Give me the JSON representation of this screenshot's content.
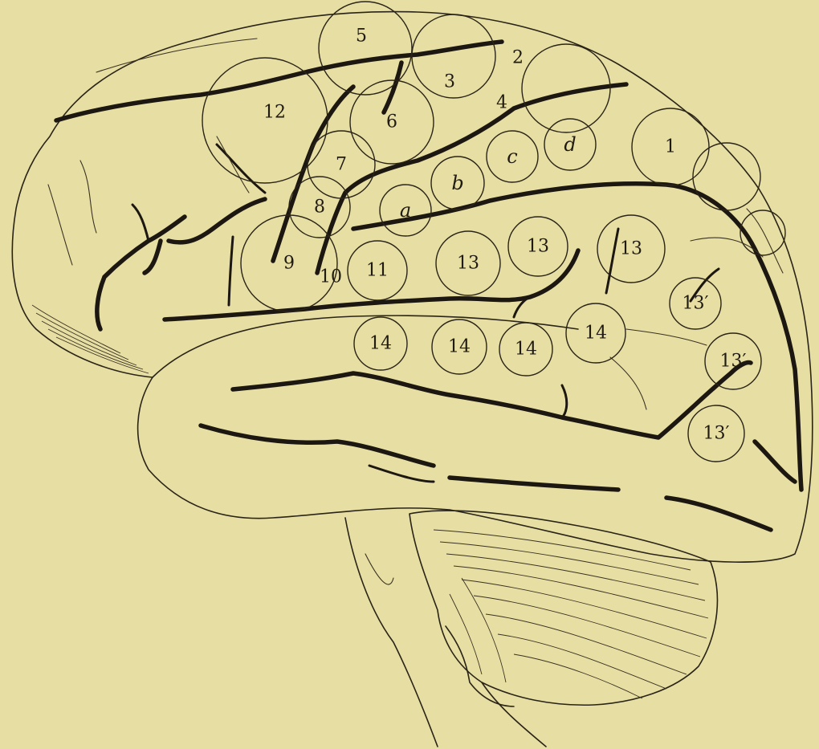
{
  "diagram": {
    "areas": [
      {
        "id": "area-1",
        "label": "1",
        "italic": false
      },
      {
        "id": "area-2",
        "label": "2",
        "italic": false
      },
      {
        "id": "area-3",
        "label": "3",
        "italic": false
      },
      {
        "id": "area-4",
        "label": "4",
        "italic": false
      },
      {
        "id": "area-5",
        "label": "5",
        "italic": false
      },
      {
        "id": "area-6",
        "label": "6",
        "italic": false
      },
      {
        "id": "area-7",
        "label": "7",
        "italic": false
      },
      {
        "id": "area-8",
        "label": "8",
        "italic": false
      },
      {
        "id": "area-9",
        "label": "9",
        "italic": false
      },
      {
        "id": "area-10",
        "label": "10",
        "italic": false
      },
      {
        "id": "area-11",
        "label": "11",
        "italic": false
      },
      {
        "id": "area-12",
        "label": "12",
        "italic": false
      },
      {
        "id": "area-a",
        "label": "a",
        "italic": true
      },
      {
        "id": "area-b",
        "label": "b",
        "italic": true
      },
      {
        "id": "area-c",
        "label": "c",
        "italic": true
      },
      {
        "id": "area-d",
        "label": "d",
        "italic": true
      },
      {
        "id": "area-13-1",
        "label": "13",
        "italic": false
      },
      {
        "id": "area-13-2",
        "label": "13",
        "italic": false
      },
      {
        "id": "area-13-3",
        "label": "13",
        "italic": false
      },
      {
        "id": "area-13p-1",
        "label": "13′",
        "italic": false
      },
      {
        "id": "area-13p-2",
        "label": "13′",
        "italic": false
      },
      {
        "id": "area-13p-3",
        "label": "13′",
        "italic": false
      },
      {
        "id": "area-14-1",
        "label": "14",
        "italic": false
      },
      {
        "id": "area-14-2",
        "label": "14",
        "italic": false
      },
      {
        "id": "area-14-3",
        "label": "14",
        "italic": false
      },
      {
        "id": "area-14-4",
        "label": "14",
        "italic": false
      }
    ]
  }
}
